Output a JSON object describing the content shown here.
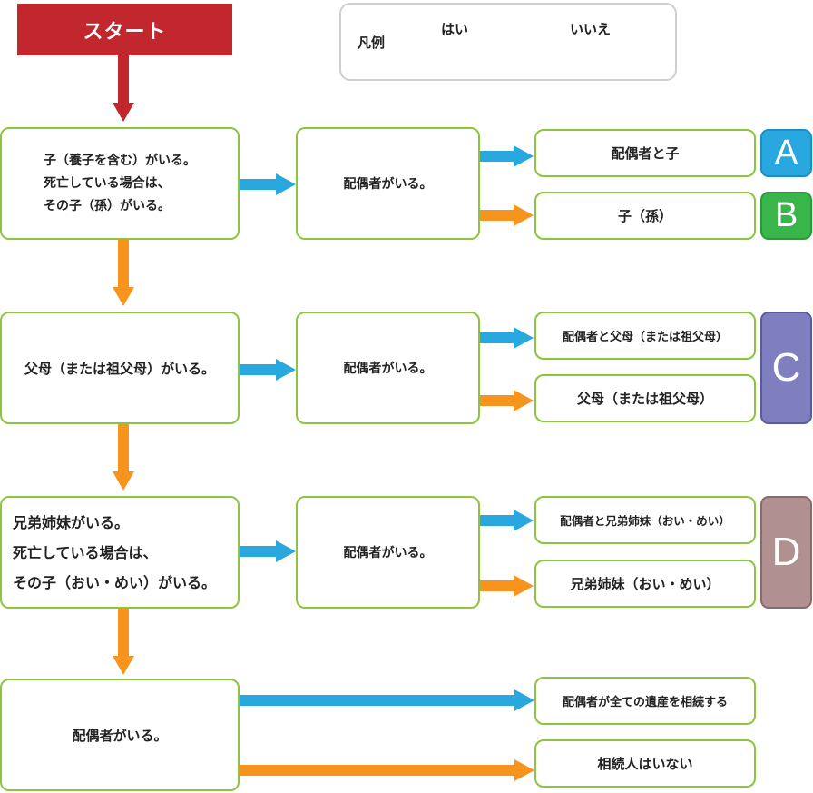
{
  "colors": {
    "yes": "#29a8e0",
    "no": "#f7941d",
    "start": "#c1272d",
    "box_border": "#8cc63f",
    "badge_a": "#29a8e0",
    "badge_b": "#39b54a",
    "badge_c": "#7f7fc0",
    "badge_d": "#b09090"
  },
  "start_label": "スタート",
  "legend": {
    "title": "凡例",
    "yes_label": "はい",
    "no_label": "いいえ"
  },
  "rows": [
    {
      "question_lines": [
        "子（養子を含む）がいる。",
        "死亡している場合は、",
        "その子（孫）がいる。"
      ],
      "spouse_q": "配偶者がいる。",
      "yes_result": "配偶者と子",
      "no_result": "子（孫）",
      "badge": "A"
    },
    {
      "question_lines": [
        "父母（または祖父母）がいる。"
      ],
      "spouse_q": "配偶者がいる。",
      "yes_result": "配偶者と父母（または祖父母）",
      "no_result": "父母（または祖父母）",
      "badge": "C"
    },
    {
      "question_lines": [
        "兄弟姉妹がいる。",
        "死亡している場合は、",
        "その子（おい・めい）がいる。"
      ],
      "spouse_q": "配偶者がいる。",
      "yes_result": "配偶者と兄弟姉妹（おい・めい）",
      "no_result": "兄弟姉妹（おい・めい）",
      "badge": "D"
    },
    {
      "question_lines": [
        "配偶者がいる。"
      ],
      "yes_result": "配偶者が全ての遺産を相続する",
      "no_result": "相続人はいない"
    }
  ],
  "badge_b": "B"
}
